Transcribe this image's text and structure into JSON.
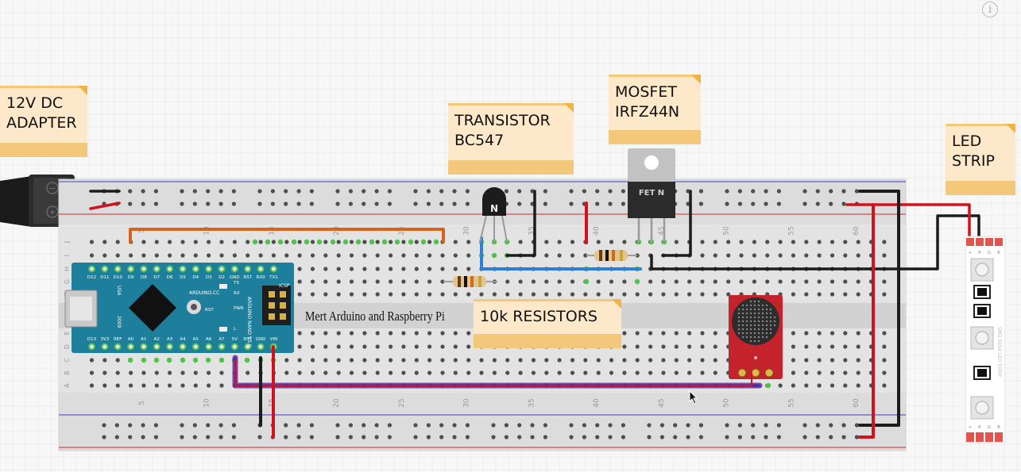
{
  "labels": {
    "adapter": "12V DC\nADAPTER",
    "transistor": "TRANSISTOR\nBC547",
    "mosfet": "MOSFET\nIRFZ44N",
    "resistors": "10k RESISTORS",
    "led_strip": "LED\nSTRIP"
  },
  "overlay": {
    "caption": "Mert Arduino and Raspberry Pi",
    "info_icon": "i"
  },
  "components": {
    "arduino": {
      "top_pins": [
        "D12",
        "D11",
        "D10",
        "D9",
        "D8",
        "D7",
        "D6",
        "D5",
        "D4",
        "D3",
        "D2",
        "GND",
        "RST",
        "RX0",
        "TX1"
      ],
      "bottom_pins": [
        "D13",
        "3V3",
        "REF",
        "A0",
        "A1",
        "A2",
        "A3",
        "A4",
        "A5",
        "A6",
        "A7",
        "5V",
        "RST",
        "GND",
        "VIN"
      ],
      "brand": "ARDUINO.CC",
      "model": "ARDUINO\nNANO\nV3.0",
      "icsp": "ICSP",
      "usa": "USA",
      "year": "2009",
      "side_labels": [
        "TX",
        "RX",
        "PWR",
        "RST",
        "L"
      ]
    },
    "transistor_marking": "N",
    "mosfet_marking": "FET N",
    "breadboard_column_numbers": [
      "5",
      "10",
      "15",
      "20",
      "25",
      "30",
      "35",
      "40",
      "45",
      "50",
      "55",
      "60"
    ],
    "breadboard_row_letters": [
      "J",
      "I",
      "H",
      "G",
      "F",
      "E",
      "D",
      "C",
      "B",
      "A"
    ],
    "strip_text": "SMD 5050 LED STRIP",
    "strip_pad_labels": [
      "+",
      "R",
      "G",
      "B"
    ]
  },
  "colors": {
    "background": "#f7f7f7",
    "breadboard": "#dedede",
    "note": "#fde9c9",
    "note_accent": "#f3c87a",
    "arduino": "#1d7f9b",
    "mic_board": "#c5232b",
    "wire_red": "#d0121e",
    "wire_black": "#1c1c1c",
    "wire_orange": "#d3651f",
    "wire_blue": "#2f7fd6",
    "wire_purple": "#6e2f9a"
  }
}
